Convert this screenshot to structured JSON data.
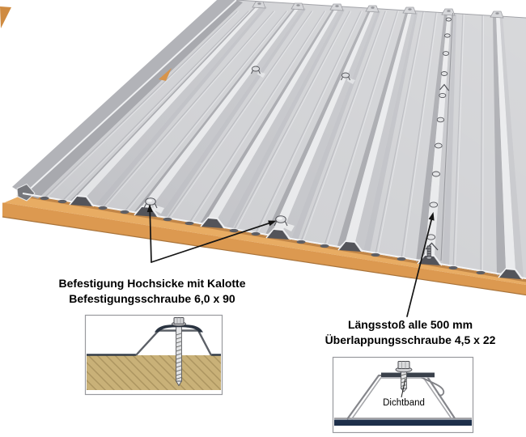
{
  "illustration": {
    "subject": "trapezoidal-metal-roof-fastening-diagram",
    "left_caption": {
      "line1": "Befestigung Hochsicke mit Kalotte",
      "line2": "Befestigungsschraube 6,0 x 90"
    },
    "right_caption": {
      "line1": "Längsstoß alle 500 mm",
      "line2": "Überlappungsschraube 4,5 x 22"
    },
    "detail_right": {
      "label": "Dichtband"
    },
    "colors": {
      "board_top": "#E8AC63",
      "board_front": "#DC9950",
      "board_shadow": "#BC8245",
      "metal_pan": "#D0D1D4",
      "metal_highlight": "#E9EAEC",
      "metal_shadow": "#A8A9AE",
      "detail_ground": "#C9B178",
      "detail_hatch": "#AC9560",
      "calotte_dark": "#2A3340",
      "seam_band_navy": "#1D2F4A",
      "annotation": "#000000"
    }
  }
}
